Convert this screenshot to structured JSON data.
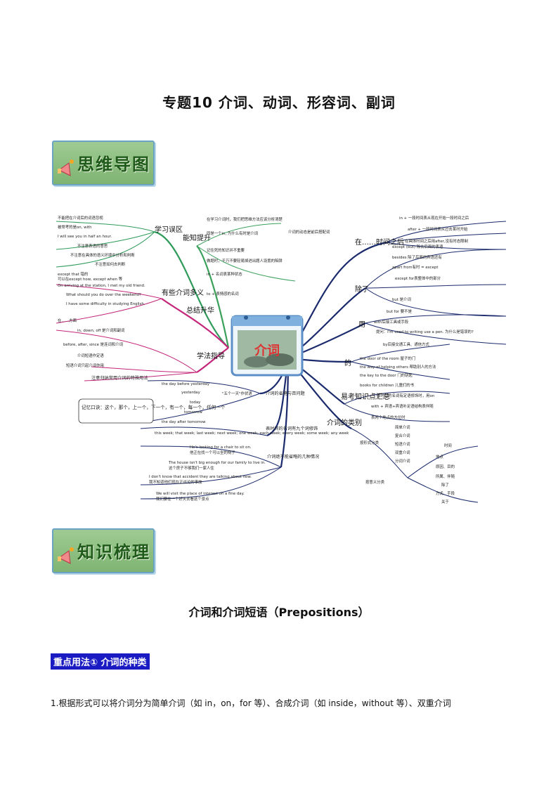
{
  "page_title": "专题10  介词、动词、形容词、副词",
  "banners": {
    "mindmap": "思维导图",
    "knowledge": "知识梳理"
  },
  "mindmap": {
    "center": "介词",
    "left_branches": [
      {
        "label": "学习误区",
        "items": [
          "不能把在介词后的词语忽视",
          "被常考的是on, with",
          "I will see you in half an hour.",
          "不注意表语的意思",
          "不注意在具体的语义环境中分析和判断",
          "不注意如何去判断",
          "except that 错的",
          "可以在except how, except when 等"
        ]
      },
      {
        "label": "能知提升",
        "items": [
          "在学习介词时，我们把思维方法应该分析清楚",
          "同是一个in, 为什么有时是介词",
          "介词的动态是前后搭配词",
          "记住死的知识并不重要",
          "做题时，千万不要轻易掉进出题人设置的陷阱",
          "in + 名词表某种状态",
          "to + 表情感的名词"
        ]
      },
      {
        "label": "有些介词多义",
        "items": [
          "On arriving at the station, I met my old friend.",
          "What should you do over the weekend?",
          "I have some difficulty in studying English.",
          "在……方面"
        ]
      },
      {
        "label": "总结升华",
        "items": []
      },
      {
        "label": "学法指导",
        "items": [
          "in, down, off 是介词和副词",
          "before, after, since 是连词和介词",
          "介词短语作定语",
          "短语介词只起介词作用",
          "注意归纳常用介词的特殊用法"
        ]
      }
    ],
    "right_branches": [
      {
        "label": "在……时间之后",
        "items": [
          "in + 一段时间表从现在开始一段时间之后",
          "after + 一段时间表从过去某时开始",
          "在具体时间之后用after,没有时态限制"
        ]
      },
      {
        "label": "除了",
        "items": [
          "except (but) 除去后面的表语",
          "besides 除了后面的宾语还有",
          "apart from有时 = except",
          "except for表整体中的部分",
          "but 是介词",
          "but for 要不是"
        ]
      },
      {
        "label": "用",
        "items": [
          "with后接工具或手段",
          "提问：I'm used to writing use a pen. 为什么是错误的?",
          "by后接交通工具、通信方式"
        ]
      },
      {
        "label": "的",
        "items": [
          "the door of the room 屋子的门",
          "the way of helping others 帮助别人的方法",
          "the key to the door 门的钥匙",
          "books for children 儿童们的书"
        ]
      },
      {
        "label": "易考知识点汇总",
        "items": [
          "表时间的名词有定语修饰时，用on",
          "with + 宾语+宾语补足语结构表伴随",
          "表两个地点的方位时"
        ]
      },
      {
        "label": "介词的类别",
        "items": [
          "按形式分类",
          "简单介词",
          "复合介词",
          "短语介词",
          "双重介词",
          "分词介词",
          "按意义分类",
          "时间",
          "地点",
          "原因、目的",
          "所属、伴随",
          "除了",
          "方式、手段",
          "关于"
        ]
      }
    ],
    "bottom_branches": [
      {
        "label": "介词的省略与否问题",
        "items": [
          "the day before yesterday",
          "yesterday",
          "today",
          "tomorrow",
          "the day after tomorrow",
          "\"五个一天\"作状语"
        ]
      },
      {
        "label": "表时间的名词有九个词修饰",
        "items": [
          "this week; that week; last week; next week; one week; each week; every week; some week; any week"
        ]
      },
      {
        "label": "介词绝不能省略的几种情况",
        "items": [
          "He's looking for a chair to sit on.",
          "他正在找一个可以坐的椅子",
          "The house isn't big enough for our family to live in.",
          "这个房子不够我们一家人住",
          "I don't know that accident they are talking about now.",
          "我不知道他们现在正谈论的事故",
          "We will visit the place of interest on a fine day.",
          "我们要在一个好天去看这个景点"
        ]
      }
    ],
    "memo": "记忆口诀：这个，那个，上一个，下一个，有一个，每一个，任何一个"
  },
  "section_title": "介词和介词短语（Prepositions）",
  "usage_label": "重点用法① 介词的种类",
  "paragraph": "1.根据形式可以将介词分为简单介词（如 in，on，for 等）、合成介词（如 inside，without 等）、双重介词"
}
